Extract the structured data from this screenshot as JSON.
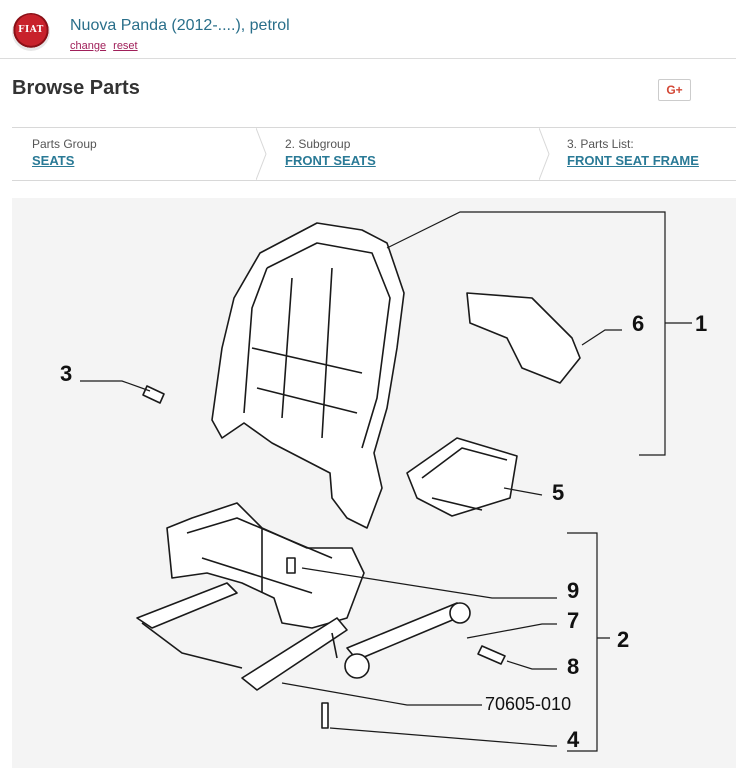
{
  "header": {
    "brand": "FIAT",
    "model": "Nuova Panda (2012-....), petrol",
    "links": [
      "change",
      "reset"
    ]
  },
  "page": {
    "title": "Browse Parts",
    "share_label": "G+"
  },
  "breadcrumb": [
    {
      "label": "Parts Group",
      "value": "SEATS"
    },
    {
      "label": "2. Subgroup",
      "value": "FRONT SEATS"
    },
    {
      "label": "3. Parts List:",
      "value": "FRONT SEAT FRAME"
    }
  ],
  "diagram": {
    "callouts": [
      "1",
      "2",
      "3",
      "4",
      "5",
      "6",
      "7",
      "8",
      "9"
    ],
    "part_number": "70605-010"
  }
}
